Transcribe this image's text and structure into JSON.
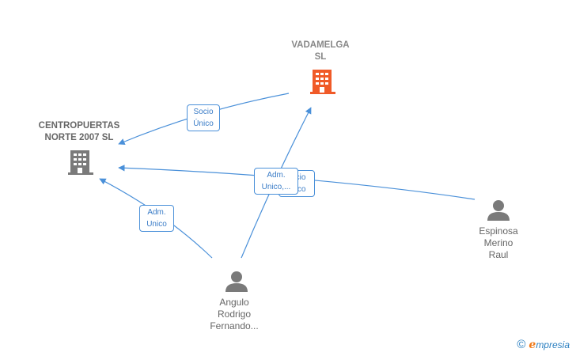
{
  "nodes": {
    "vadamelga": {
      "name": "VADAMELGA\nSL",
      "type": "company",
      "color": "#f05a28"
    },
    "centropuertas": {
      "name": "CENTROPUERTAS\nNORTE 2007 SL",
      "type": "company",
      "color": "#7a7a7a"
    },
    "espinosa": {
      "name": "Espinosa\nMerino\nRaul",
      "type": "person",
      "color": "#7a7a7a"
    },
    "angulo": {
      "name": "Angulo\nRodrigo\nFernando...",
      "type": "person",
      "color": "#7a7a7a"
    }
  },
  "edges": {
    "vad_to_centro": {
      "label": "Socio\nÚnico"
    },
    "espinosa_to_centro": {
      "label": "Socio\nÚnico",
      "visible_fragment": "cio\nico"
    },
    "angulo_to_vad": {
      "label": "Adm.\nUnico,..."
    },
    "angulo_to_centro": {
      "label": "Adm.\nUnico"
    }
  },
  "edge_color": "#4a90d9",
  "brand": {
    "copyright": "©",
    "logo_letter": "e",
    "logo_text": "mpresia"
  }
}
